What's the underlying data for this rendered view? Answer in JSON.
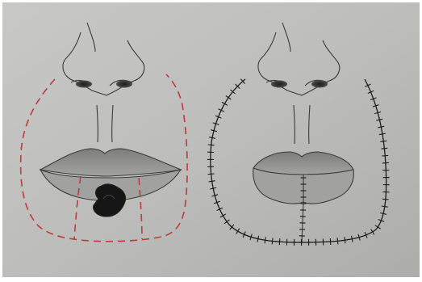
{
  "image": {
    "subject": "surgical-illustration",
    "panels": [
      {
        "id": "before",
        "lesion": true,
        "incision_style": "dashed-red"
      },
      {
        "id": "after",
        "closure_style": "cross-stitched-black"
      }
    ]
  },
  "colors": {
    "paper": "#bdbdbb",
    "paper_edge": "#9c9c9a",
    "pencil": "#3a3a3a",
    "lip_fill": "#8d8d8b",
    "lesion": "#161616",
    "incision": "#c0393b",
    "sutures": "#1a1a1a"
  }
}
